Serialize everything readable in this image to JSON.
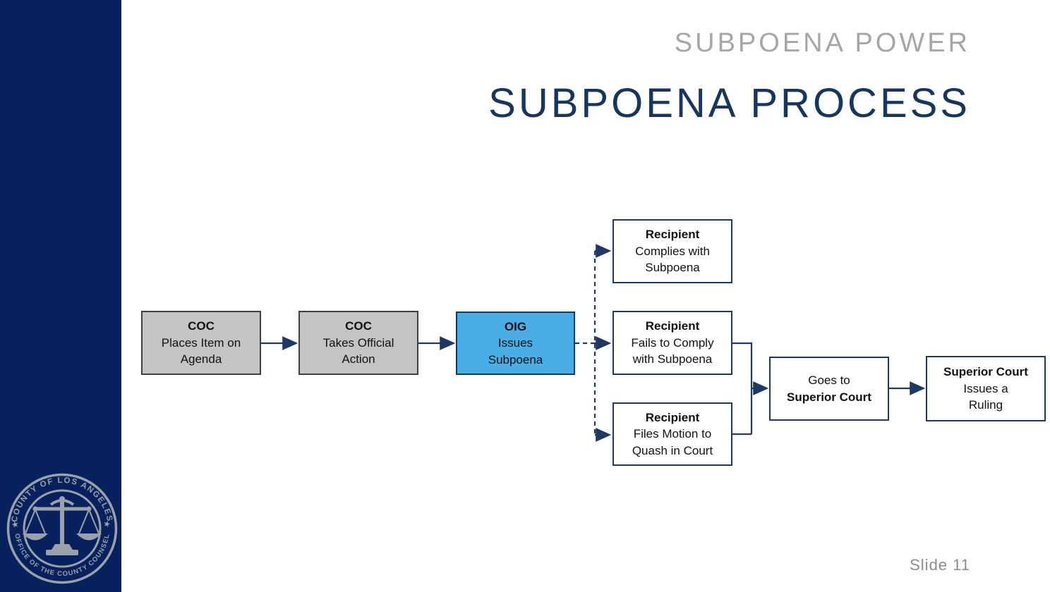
{
  "header": {
    "eyebrow": "SUBPOENA POWER",
    "title": "SUBPOENA PROCESS"
  },
  "footer": {
    "slide_number": "Slide 11"
  },
  "seal": {
    "arc_top": "COUNTY OF LOS ANGELES",
    "arc_bottom": "OFFICE OF THE COUNTY COUNSEL",
    "star": "★"
  },
  "colors": {
    "sidebar_navy": "#07215e",
    "title_navy": "#17365d",
    "eyebrow_gray": "#a6a6a6",
    "connector_navy": "#1f3864",
    "gray_box_fill": "#c4c4c4",
    "gray_box_border": "#3f3f3f",
    "blue_box_fill": "#4aade4",
    "white_box_border": "#1f3864",
    "seal_silver": "#9ba1a9"
  },
  "flowchart": {
    "nodes": {
      "coc_agenda": {
        "line1": "COC",
        "line2": "Places Item on",
        "line3": "Agenda"
      },
      "coc_action": {
        "line1": "COC",
        "line2": "Takes Official",
        "line3": "Action"
      },
      "oig_issues": {
        "line1": "OIG",
        "line2": "Issues",
        "line3": "Subpoena"
      },
      "recipient_complies": {
        "line1": "Recipient",
        "line2": "Complies with",
        "line3": "Subpoena"
      },
      "recipient_fails": {
        "line1": "Recipient",
        "line2": "Fails to Comply",
        "line3": "with Subpoena"
      },
      "recipient_quash": {
        "line1": "Recipient",
        "line2": "Files Motion to",
        "line3": "Quash in Court"
      },
      "goes_superior": {
        "line1": "Goes to",
        "line2": "Superior Court"
      },
      "court_ruling": {
        "line1": "Superior Court",
        "line2": "Issues a",
        "line3": "Ruling"
      }
    }
  }
}
